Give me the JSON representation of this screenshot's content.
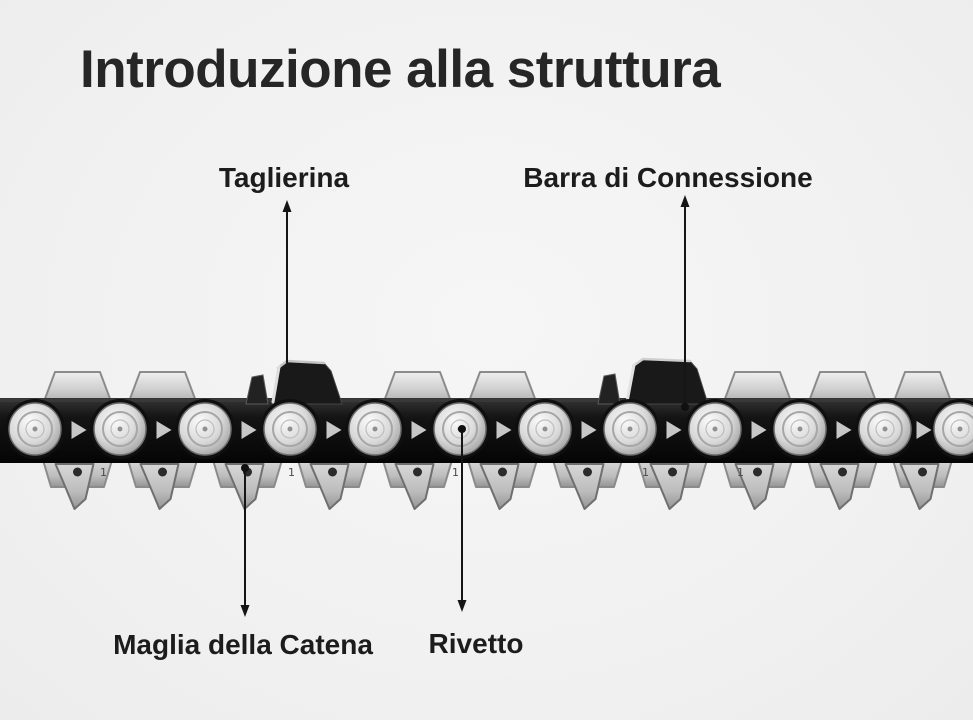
{
  "page": {
    "title": "Introduzione alla struttura",
    "background_color": "#f2f2f2",
    "title_color": "#262626",
    "label_color": "#1c1c1c"
  },
  "annotations": {
    "cutter": {
      "label": "Taglierina"
    },
    "connection_bar": {
      "label": "Barra di Connessione"
    },
    "chain_link": {
      "label": "Maglia della Catena"
    },
    "rivet": {
      "label": "Rivetto"
    }
  },
  "illustration": {
    "name": "chainsaw-chain-segment",
    "stamp_mark": "1",
    "colors": {
      "plate": "#cdcdcd",
      "dark_link": "#161616",
      "rivet_highlight": "#f2f2f2",
      "pointer": "#151515"
    }
  }
}
